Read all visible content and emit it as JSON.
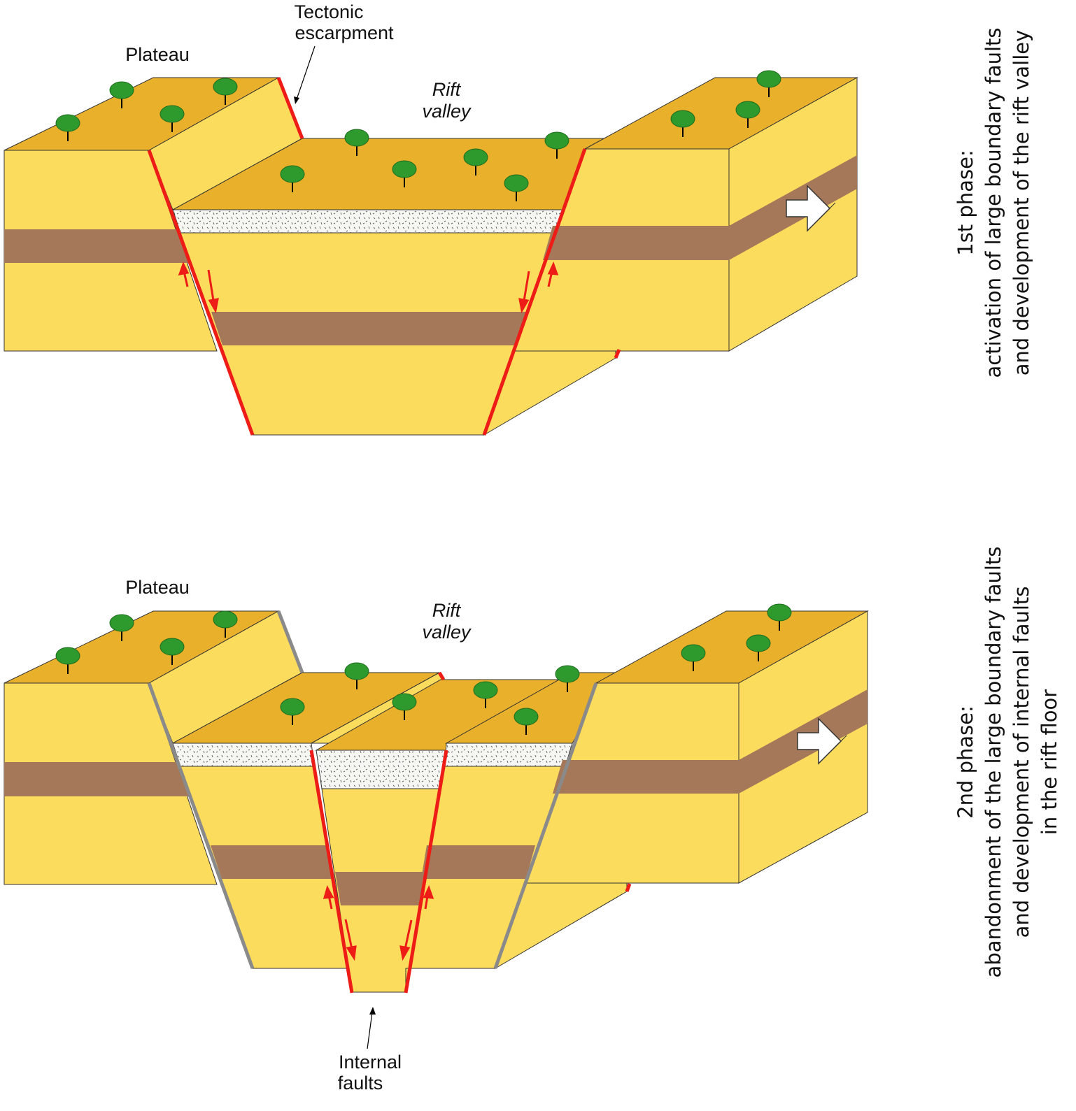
{
  "colors": {
    "top_surface": "#E9B02B",
    "block_face": "#FCDC5C",
    "brown_layer": "#A6785A",
    "active_fault": "#EE1C16",
    "inactive_fault": "#8A8A8A",
    "tree": "#2E9A2E",
    "sediment": "#F6F6F2"
  },
  "panel1": {
    "plateau": "Plateau",
    "escarpment_line1": "Tectonic",
    "escarpment_line2": "escarpment",
    "rift_line1": "Rift",
    "rift_line2": "valley",
    "phase_title": "1st phase:",
    "phase_line2": "activation of large boundary faults",
    "phase_line3": "and development of the rift valley"
  },
  "panel2": {
    "plateau": "Plateau",
    "rift_line1": "Rift",
    "rift_line2": "valley",
    "internal_line1": "Internal",
    "internal_line2": "faults",
    "phase_title": "2nd phase:",
    "phase_line2": "abandonment of the large boundary faults",
    "phase_line3": "and development of internal faults",
    "phase_line4": "in the rift floor"
  },
  "icons": [
    "tree-icon",
    "extension-arrow-icon",
    "slip-arrow-icon"
  ]
}
